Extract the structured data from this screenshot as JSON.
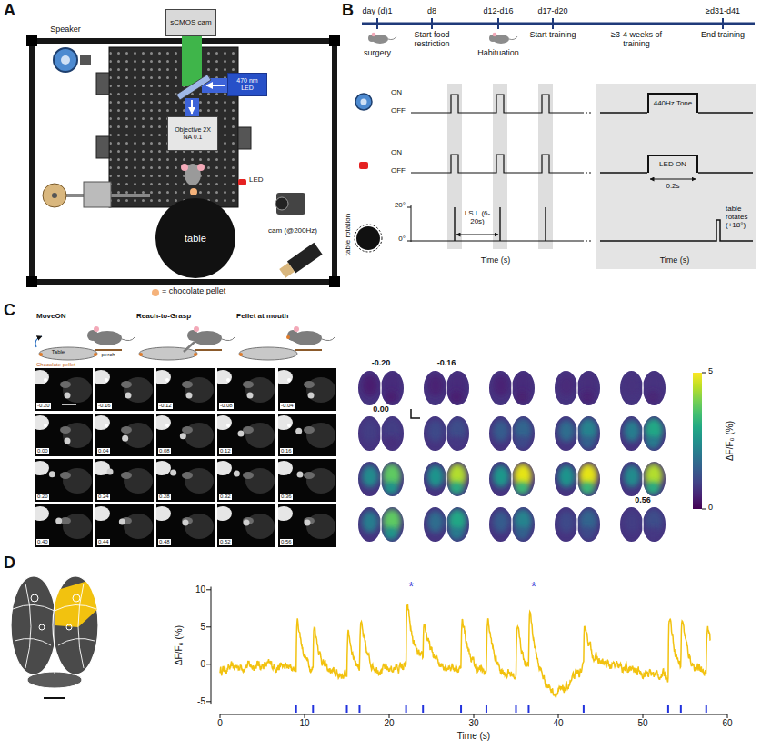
{
  "diagram": {
    "nodes": [
      {
        "text": [
          "sCMOS cam"
        ]
      },
      {
        "text": [
          "470 nm LED"
        ]
      },
      {
        "text": [
          "Objective 2X NA 0.1"
        ]
      },
      {
        "text": [
          "table"
        ]
      },
      {
        "text": [
          "440Hz Tone"
        ]
      },
      {
        "text": [
          "LED ON"
        ]
      },
      {
        "text": [
          "-0.20"
        ]
      },
      {
        "text": [
          "-0.16"
        ]
      },
      {
        "text": [
          "-0.12"
        ]
      },
      {
        "text": [
          "-0.08"
        ]
      },
      {
        "text": [
          "-0.04"
        ]
      },
      {
        "text": [
          "0.00"
        ]
      },
      {
        "text": [
          "0.04"
        ]
      },
      {
        "text": [
          "0.08"
        ]
      },
      {
        "text": [
          "0.12"
        ]
      },
      {
        "text": [
          "0.16"
        ]
      },
      {
        "text": [
          "0.20"
        ]
      },
      {
        "text": [
          "0.24"
        ]
      },
      {
        "text": [
          "0.28"
        ]
      },
      {
        "text": [
          "0.32"
        ]
      },
      {
        "text": [
          "0.36"
        ]
      },
      {
        "text": [
          "0.40"
        ]
      },
      {
        "text": [
          "0.44"
        ]
      },
      {
        "text": [
          "0.48"
        ]
      },
      {
        "text": [
          "0.52"
        ]
      },
      {
        "text": [
          "0.56"
        ]
      }
    ],
    "labels": [
      "A",
      "Speaker",
      "LED",
      "cam (@200Hz)",
      "= chocolate pellet",
      "B",
      "day (d)1",
      "d8",
      "d12-d16",
      "d17-d20",
      "≥d31-d41",
      "surgery",
      "Start food restriction",
      "Habituation",
      "Start training",
      "≥3-4 weeks of training",
      "End training",
      "ON",
      "OFF",
      "ON",
      "OFF",
      "20°",
      "0°",
      "table rotation",
      "I.S.I. (6-20s)",
      "Time (s)",
      "0.2s",
      "table rotates (+18°)",
      "Time (s)",
      "C",
      "MoveON",
      "Table",
      "Chocolate pellet",
      "perch",
      "Reach-to-Grasp",
      "Pellet at mouth",
      "-0.20",
      "-0.16",
      "0.00",
      "0.56",
      "5",
      "0",
      "ΔF/F₀ (%)",
      "D",
      "10",
      "5",
      "0",
      "-5",
      "ΔF/F₀ (%)",
      "0",
      "10",
      "20",
      "30",
      "40",
      "50",
      "60",
      "Time (s)",
      "*",
      "*"
    ]
  }
}
